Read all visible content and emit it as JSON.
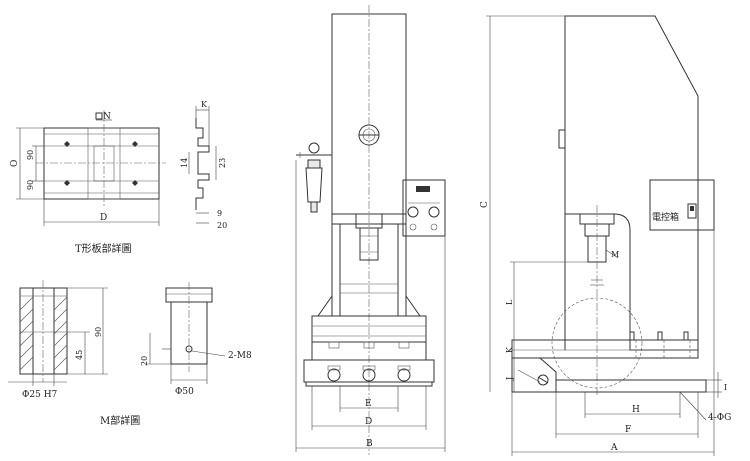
{
  "t_slot_detail": {
    "caption": "T形板部詳圖",
    "dim_square_n": "N",
    "dim_o": "O",
    "dim_90_top": "90",
    "dim_90_bottom": "90",
    "dim_d": "D"
  },
  "slot_profile": {
    "dim_k": "K",
    "dim_14": "14",
    "dim_23": "23",
    "dim_9": "9",
    "dim_20": "20"
  },
  "m_detail": {
    "caption": "M部詳圖",
    "dim_90": "90",
    "dim_45": "45",
    "dim_phi25": "Φ25 H7",
    "dim_20": "20",
    "dim_2m8": "2-M8",
    "dim_phi50": "Φ50"
  },
  "front_view": {
    "dim_e": "E",
    "dim_d": "D",
    "dim_b": "B"
  },
  "side_view": {
    "control_box": "電控箱",
    "dim_c": "C",
    "dim_m": "M",
    "dim_l": "L",
    "dim_k": "K",
    "dim_j": "J",
    "dim_i": "I",
    "dim_h": "H",
    "dim_f": "F",
    "dim_a": "A",
    "dim_4phig": "4-ΦG"
  }
}
